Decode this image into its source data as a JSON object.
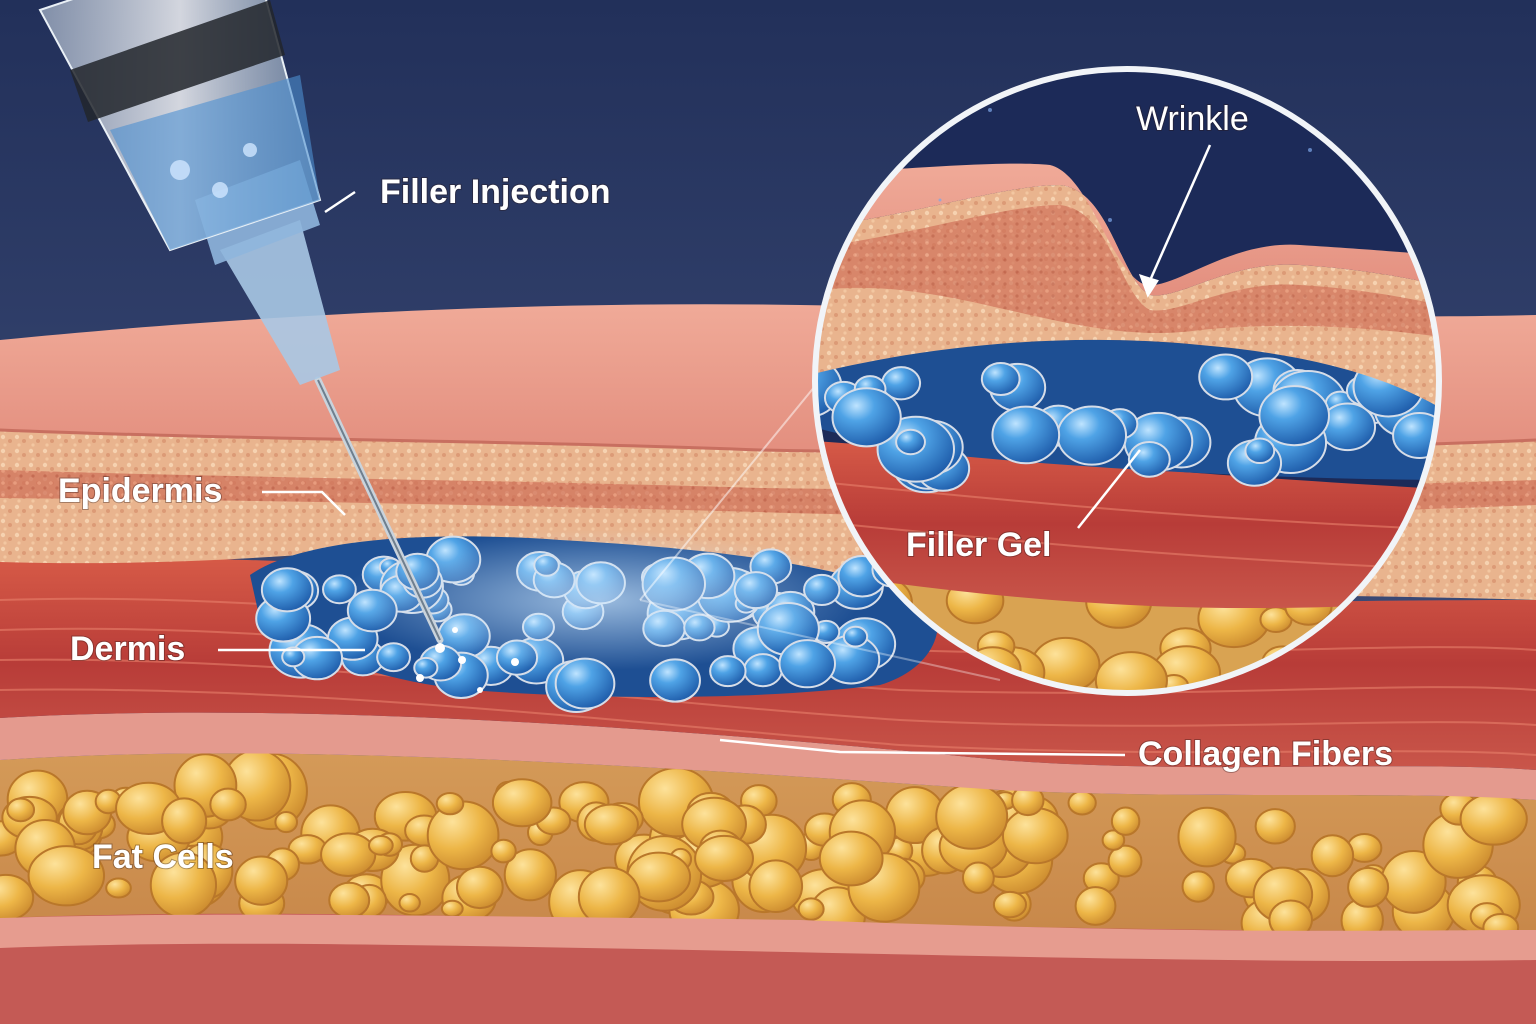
{
  "labels": {
    "filler_injection": "Filler Injection",
    "epidermis": "Epidermis",
    "dermis": "Dermis",
    "fat_cells": "Fat Cells",
    "wrinkle": "Wrinkle",
    "filler_gel": "Filler Gel",
    "collagen_fibers": "Collagen Fibers"
  },
  "colors": {
    "background": "#2a3a63",
    "skin_surface": "#e8998a",
    "epidermis": "#e4a783",
    "dermis": "#c2473d",
    "fat": "#e8b448",
    "gel": "#3f8fd6"
  }
}
